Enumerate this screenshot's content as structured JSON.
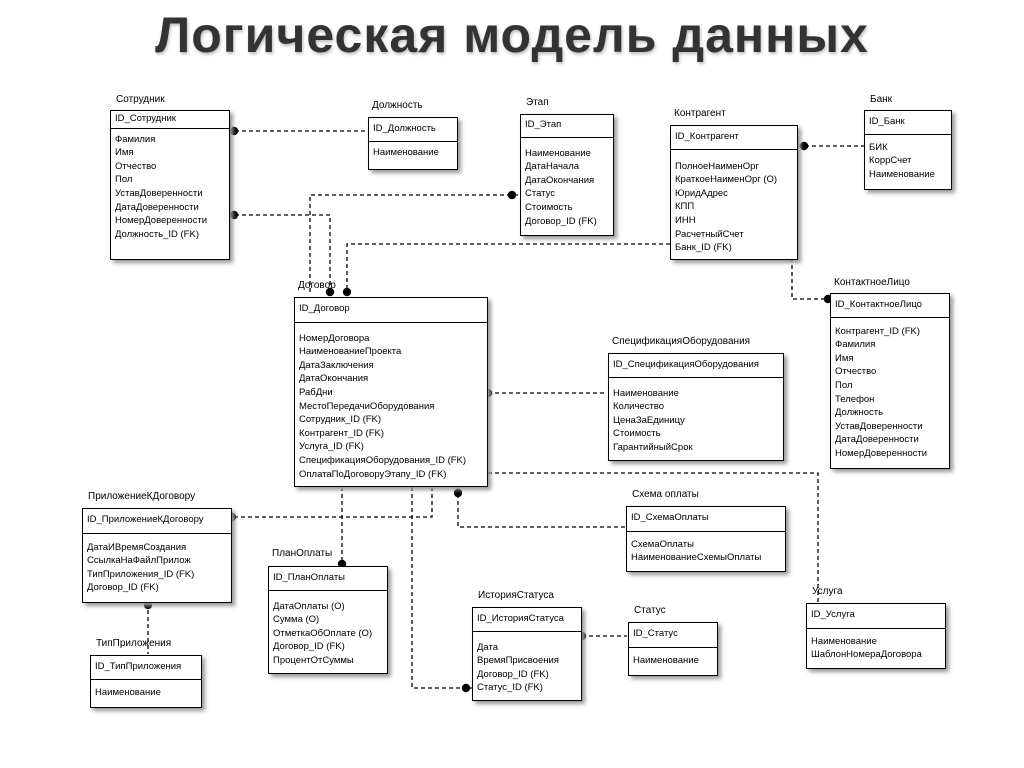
{
  "title": "Логическая модель данных",
  "entities": {
    "sotrudnik": {
      "label": "Сотрудник",
      "key": "ID_Сотрудник",
      "attrs": [
        "Фамилия",
        "Имя",
        "Отчество",
        "Пол",
        "УставДоверенности",
        "ДатаДоверенности",
        "НомерДоверенности",
        "Должность_ID (FK)"
      ]
    },
    "dolzhnost": {
      "label": "Должность",
      "key": "ID_Должность",
      "attrs": [
        "Наименование"
      ]
    },
    "etap": {
      "label": "Этап",
      "key": "ID_Этап",
      "attrs": [
        "Наименование",
        "ДатаНачала",
        "ДатаОкончания",
        "Статус",
        "Стоимость",
        "Договор_ID (FK)"
      ]
    },
    "kontragent": {
      "label": "Контрагент",
      "key": "ID_Контрагент",
      "attrs": [
        "ПолноеНаименОрг",
        "КраткоеНаименОрг (O)",
        "ЮридАдрес",
        "КПП",
        "ИНН",
        "РасчетныйСчет",
        "Банк_ID (FK)"
      ]
    },
    "bank": {
      "label": "Банк",
      "key": "ID_Банк",
      "attrs": [
        "БИК",
        "КоррСчет",
        "Наименование"
      ]
    },
    "kontaktnoe": {
      "label": "КонтактноеЛицо",
      "key": "ID_КонтактноеЛицо",
      "attrs": [
        "Контрагент_ID (FK)",
        "Фамилия",
        "Имя",
        "Отчество",
        "Пол",
        "Телефон",
        "Должность",
        "УставДоверенности",
        "ДатаДоверенности",
        "НомерДоверенности"
      ]
    },
    "dogovor": {
      "label": "Договор",
      "key": "ID_Договор",
      "attrs": [
        "НомерДоговора",
        "НаименованиеПроекта",
        "ДатаЗаключения",
        "ДатаОкончания",
        "РабДни",
        "МестоПередачиОборудования",
        "Сотрудник_ID (FK)",
        "Контрагент_ID (FK)",
        "Услуга_ID (FK)",
        "СпецификацияОборудования_ID (FK)",
        "ОплатаПоДоговоруЭтапу_ID (FK)"
      ]
    },
    "specifikaciya": {
      "label": "СпецификацияОборудования",
      "key": "ID_СпецификацияОборудования",
      "attrs": [
        "Наименование",
        "Количество",
        "ЦенаЗаЕдиницу",
        "Стоимость",
        "ГарантийныйСрок"
      ]
    },
    "prilozhenie": {
      "label": "ПриложениеКДоговору",
      "key": "ID_ПриложениеКДоговору",
      "attrs": [
        "ДатаИВремяСоздания",
        "СсылкаНаФайлПрилож",
        "ТипПриложения_ID (FK)",
        "Договор_ID (FK)"
      ]
    },
    "tipprilozheniya": {
      "label": "ТипПриложения",
      "key": "ID_ТипПриложения",
      "attrs": [
        "Наименование"
      ]
    },
    "planoplaty": {
      "label": "ПланОплаты",
      "key": "ID_ПланОплаты",
      "attrs": [
        "ДатаОплаты (O)",
        "Сумма (O)",
        "ОтметкаОбОплате (O)",
        "Договор_ID (FK)",
        "ПроцентОтСуммы"
      ]
    },
    "istoriya": {
      "label": "ИсторияСтатуса",
      "key": "ID_ИсторияСтатуса",
      "attrs": [
        "Дата",
        "ВремяПрисвоения",
        "Договор_ID (FK)",
        "Статус_ID (FK)"
      ]
    },
    "status": {
      "label": "Статус",
      "key": "ID_Статус",
      "attrs": [
        "Наименование"
      ]
    },
    "shema": {
      "label": "Схема оплаты",
      "key": "ID_СхемаОплаты",
      "attrs": [
        "СхемаОплаты",
        "НаименованиеСхемыОплаты"
      ]
    },
    "usluga": {
      "label": "Услуга",
      "key": "ID_Услуга",
      "attrs": [
        "Наименование",
        "ШаблонНомераДоговора"
      ]
    }
  }
}
